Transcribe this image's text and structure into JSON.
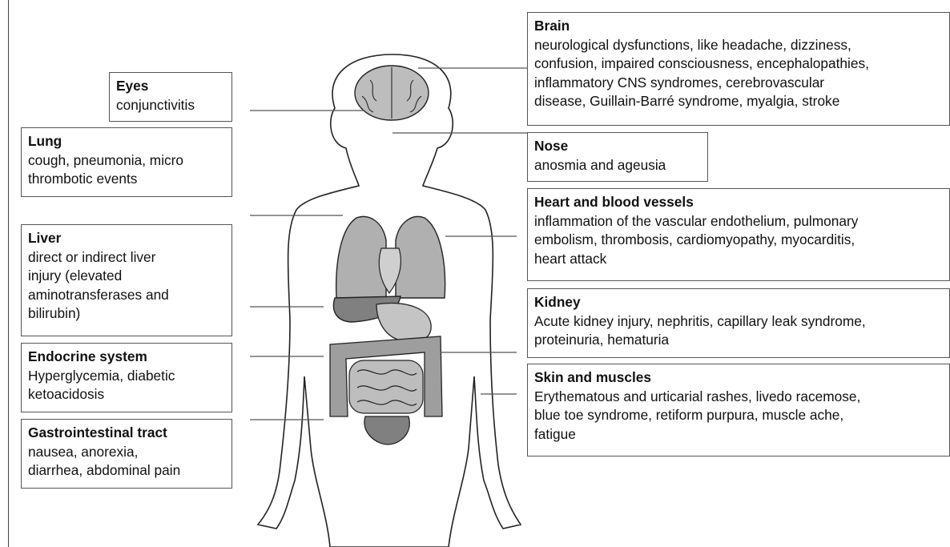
{
  "boxes": {
    "brain": {
      "title": "Brain",
      "desc": "neurological dysfunctions, like headache, dizziness,\nconfusion, impaired consciousness, encephalopathies,\ninflammatory CNS syndromes, cerebrovascular\ndisease, Guillain-Barré syndrome, myalgia, stroke"
    },
    "eyes": {
      "title": "Eyes",
      "desc": "conjunctivitis"
    },
    "lung": {
      "title": "Lung",
      "desc": "cough, pneumonia, micro\nthrombotic events"
    },
    "nose": {
      "title": "Nose",
      "desc": "anosmia and ageusia"
    },
    "heart": {
      "title": "Heart and blood vessels",
      "desc": "inflammation of the vascular endothelium, pulmonary\nembolism, thrombosis, cardiomyopathy, myocarditis,\nheart attack"
    },
    "liver": {
      "title": "Liver",
      "desc": "direct or indirect liver\ninjury (elevated\naminotransferases and\nbilirubin)"
    },
    "kidney": {
      "title": "Kidney",
      "desc": "Acute kidney injury, nephritis, capillary leak syndrome,\nproteinuria, hematuria"
    },
    "endocrine": {
      "title": "Endocrine system",
      "desc": "Hyperglycemia, diabetic\nketoacidosis"
    },
    "skin": {
      "title": "Skin and muscles",
      "desc": "Erythematous and urticarial rashes, livedo racemose,\nblue toe syndrome, retiform purpura, muscle ache,\nfatigue"
    },
    "gi": {
      "title": "Gastrointestinal tract",
      "desc": "nausea, anorexia,\ndiarrhea, abdominal pain"
    }
  },
  "colors": {
    "organ": "#a9a9a9",
    "organ_dark": "#7d7d7d",
    "outline": "#222222",
    "connector": "#555555"
  }
}
